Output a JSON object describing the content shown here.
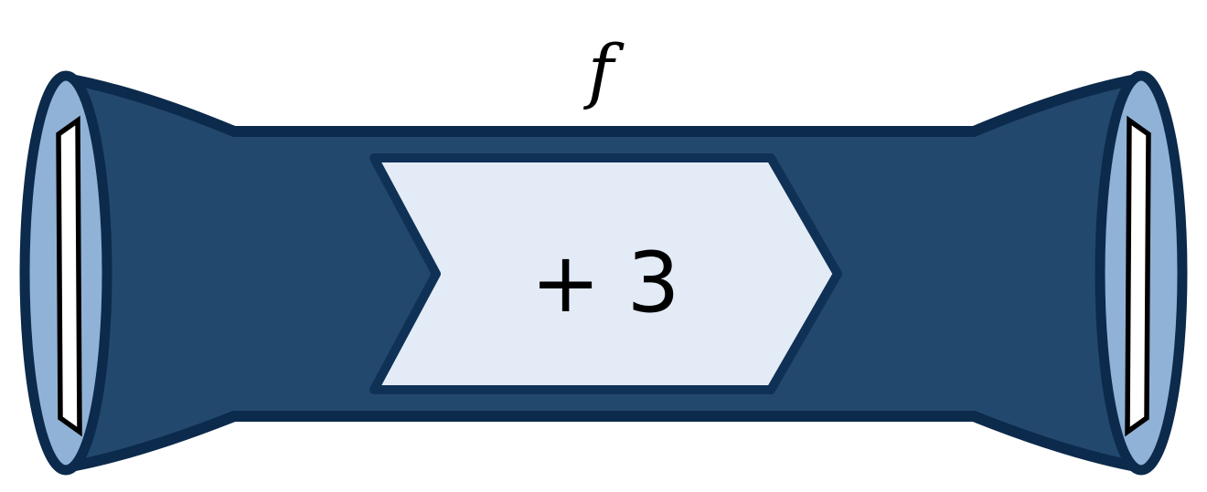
{
  "diagram": {
    "type": "function-machine",
    "function_label": "f",
    "operation_label": "+ 3",
    "parts": {
      "tube": "tapered horizontal tube with flared open ends",
      "input_opening": "left elliptical opening with vertical slot",
      "output_opening": "right elliptical opening with vertical slot",
      "operation_banner": "right-pointing chevron banner in tube center"
    },
    "colors": {
      "background": "#ffffff",
      "tube_body": "#22486d",
      "tube_outline": "#0c2a4b",
      "opening_fill": "#90b2d7",
      "opening_outline": "#0c2a4b",
      "slot_fill": "#ffffff",
      "slot_outline": "#000000",
      "banner_fill": "#e3ecf6",
      "banner_outline": "#103156",
      "label_color": "#000000"
    }
  }
}
